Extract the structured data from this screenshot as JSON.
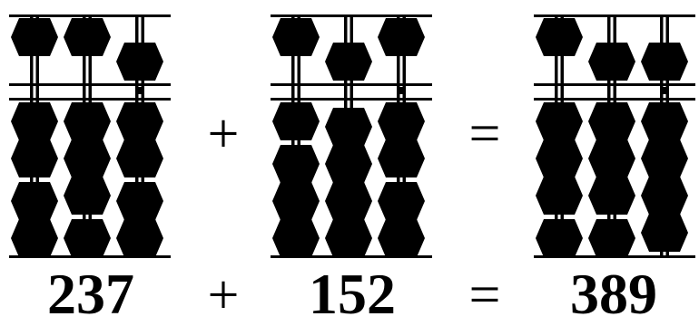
{
  "equation": {
    "operand_a": "237",
    "plus": "+",
    "operand_b": "152",
    "equals": "=",
    "result": "389"
  },
  "abaci": [
    {
      "name": "abacus-237",
      "digits": [
        2,
        3,
        7
      ]
    },
    {
      "name": "abacus-152",
      "digits": [
        1,
        5,
        2
      ]
    },
    {
      "name": "abacus-389",
      "digits": [
        3,
        8,
        9
      ]
    }
  ],
  "colors": {
    "bead": "#000000",
    "background": "#ffffff"
  }
}
